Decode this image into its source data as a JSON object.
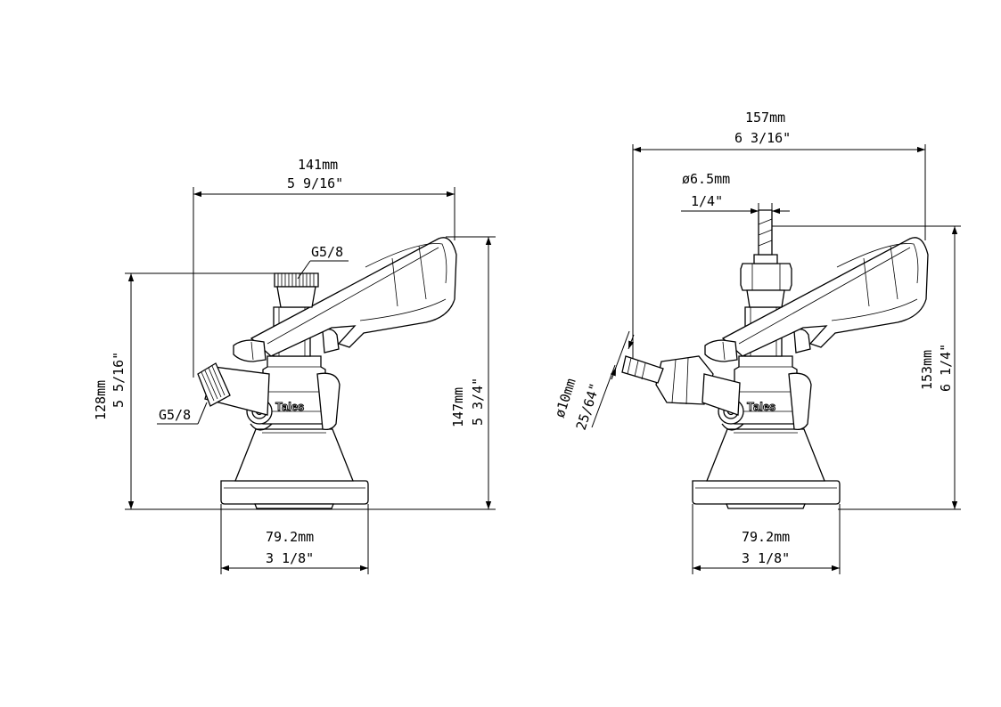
{
  "left_view": {
    "width": {
      "mm": "141mm",
      "inch": "5 9/16\""
    },
    "height": {
      "mm": "128mm",
      "inch": "5 5/16\""
    },
    "total_height": {
      "mm": "147mm",
      "inch": "5 3/4\""
    },
    "base": {
      "mm": "79.2mm",
      "inch": "3 1/8\""
    },
    "thread_top": "G5/8",
    "thread_side": "G5/8",
    "brand": "Tales"
  },
  "right_view": {
    "width": {
      "mm": "157mm",
      "inch": "6 3/16\""
    },
    "hose_diameter": {
      "mm": "ø6.5mm",
      "inch": "1/4\""
    },
    "total_height": {
      "mm": "153mm",
      "inch": "6 1/4\""
    },
    "side_diameter": {
      "mm": "ø10mm",
      "inch": "25/64\""
    },
    "base": {
      "mm": "79.2mm",
      "inch": "3 1/8\""
    },
    "brand": "Tales"
  }
}
